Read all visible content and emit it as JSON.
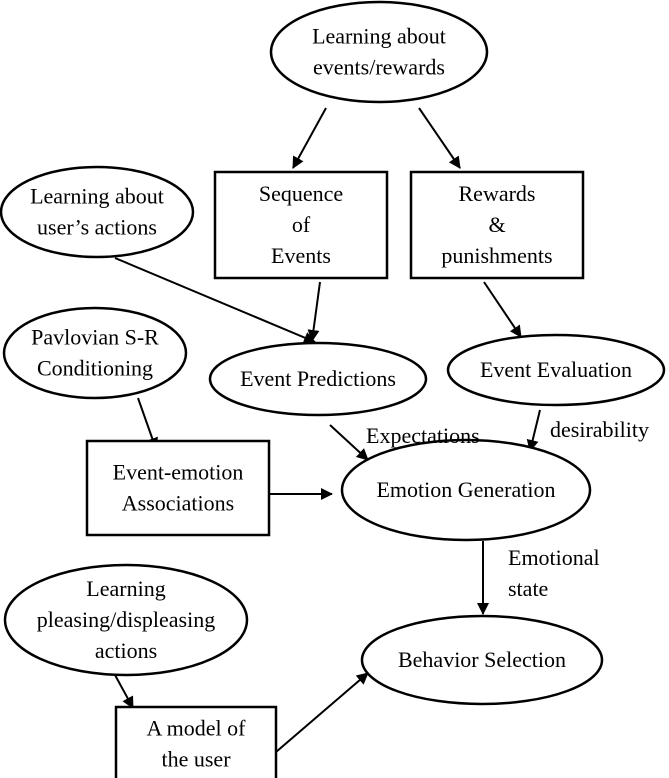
{
  "nodes": [
    {
      "id": "learning-events",
      "shape": "ellipse",
      "lines": [
        "Learning about",
        "events/rewards"
      ]
    },
    {
      "id": "learning-user-actions",
      "shape": "ellipse",
      "lines": [
        "Learning about",
        "user’s actions"
      ]
    },
    {
      "id": "sequence-of-events",
      "shape": "box",
      "lines": [
        "Sequence",
        "of",
        "Events"
      ]
    },
    {
      "id": "rewards-punishments",
      "shape": "box",
      "lines": [
        "Rewards",
        "&",
        "punishments"
      ]
    },
    {
      "id": "pavlovian",
      "shape": "ellipse",
      "lines": [
        "Pavlovian S-R",
        "Conditioning"
      ]
    },
    {
      "id": "event-predictions",
      "shape": "ellipse",
      "lines": [
        "Event Predictions"
      ]
    },
    {
      "id": "event-evaluation",
      "shape": "ellipse",
      "lines": [
        "Event Evaluation"
      ]
    },
    {
      "id": "event-emotion-associations",
      "shape": "box",
      "lines": [
        "Event-emotion",
        "Associations"
      ]
    },
    {
      "id": "emotion-generation",
      "shape": "ellipse",
      "lines": [
        "Emotion Generation"
      ]
    },
    {
      "id": "learning-pleasing",
      "shape": "ellipse",
      "lines": [
        "Learning",
        "pleasing/displeasing",
        "actions"
      ]
    },
    {
      "id": "behavior-selection",
      "shape": "ellipse",
      "lines": [
        "Behavior Selection"
      ]
    },
    {
      "id": "model-of-user",
      "shape": "box",
      "lines": [
        "A model of",
        "the user"
      ]
    }
  ],
  "edges": [
    {
      "from": "learning-events",
      "to": "sequence-of-events",
      "label": ""
    },
    {
      "from": "learning-events",
      "to": "rewards-punishments",
      "label": ""
    },
    {
      "from": "learning-user-actions",
      "to": "event-predictions",
      "label": ""
    },
    {
      "from": "sequence-of-events",
      "to": "event-predictions",
      "label": ""
    },
    {
      "from": "rewards-punishments",
      "to": "event-evaluation",
      "label": ""
    },
    {
      "from": "pavlovian",
      "to": "event-emotion-associations",
      "label": ""
    },
    {
      "from": "event-predictions",
      "to": "emotion-generation",
      "label": "Expectations"
    },
    {
      "from": "event-evaluation",
      "to": "emotion-generation",
      "label": "desirability"
    },
    {
      "from": "event-emotion-associations",
      "to": "emotion-generation",
      "label": ""
    },
    {
      "from": "emotion-generation",
      "to": "behavior-selection",
      "label": "Emotional state"
    },
    {
      "from": "learning-pleasing",
      "to": "model-of-user",
      "label": ""
    },
    {
      "from": "model-of-user",
      "to": "behavior-selection",
      "label": ""
    }
  ],
  "edge_label_lines": {
    "Emotional state": [
      "Emotional",
      "state"
    ]
  }
}
